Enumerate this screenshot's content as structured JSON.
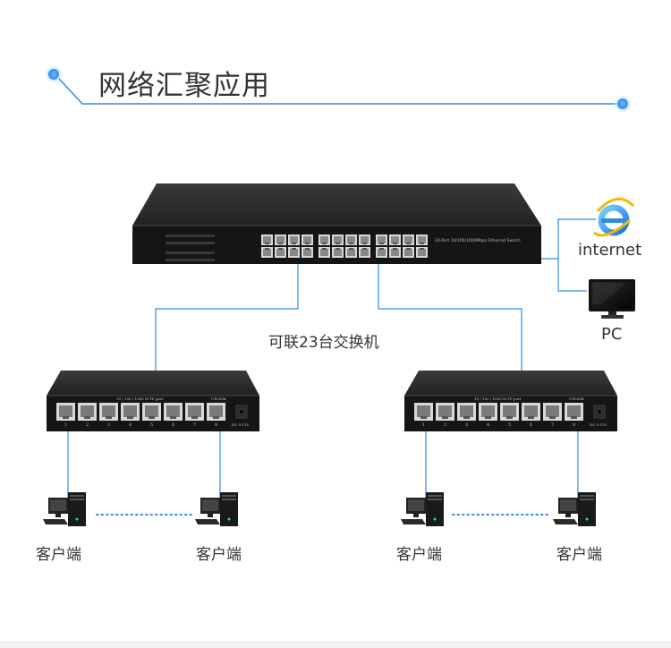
{
  "heading": {
    "title": "网络汇聚应用"
  },
  "main_switch": {
    "front_text": "24-Port 10/100/1000Mbps Ethernet Switch",
    "port_count": 24
  },
  "edge_switch": {
    "port_label": "10 / 100 / 1000 M TP port",
    "uplink_label": "UPLINK",
    "power_label": "DC 5-12V",
    "port_count": 8,
    "port_numbers": [
      "1",
      "2",
      "3",
      "4",
      "5",
      "6",
      "7",
      "8"
    ]
  },
  "labels": {
    "internet": "internet",
    "pc": "PC",
    "cascade": "可联23台交换机",
    "client_1": "客户端",
    "client_2": "客户端",
    "client_3": "客户端",
    "client_4": "客户端"
  },
  "colors": {
    "accent": "#2f8be6",
    "device_body": "#1e1e1e",
    "port_face": "#d8d8d8"
  },
  "icons": {
    "internet": "internet-explorer-icon",
    "pc": "monitor-icon",
    "client": "desktop-computer-icon"
  }
}
